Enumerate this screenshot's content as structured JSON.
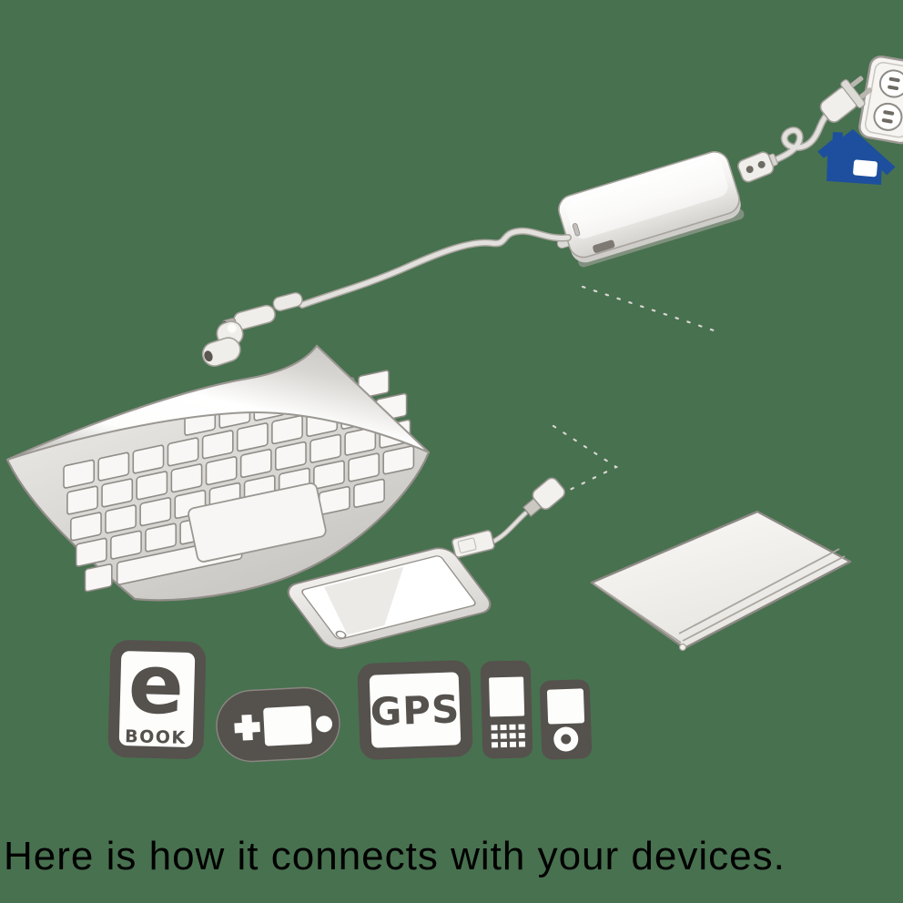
{
  "caption": {
    "text": "Here is how it connects with your devices."
  },
  "icons": {
    "ebook": {
      "letter": "e",
      "label": "BOOK"
    },
    "gps": {
      "label": "GPS"
    }
  },
  "colors": {
    "background": "#48714F",
    "house_blue": "#1D4F9E",
    "icon_dark": "#55514D",
    "device_outline": "#8E8A85",
    "caption_text": "#000000"
  }
}
